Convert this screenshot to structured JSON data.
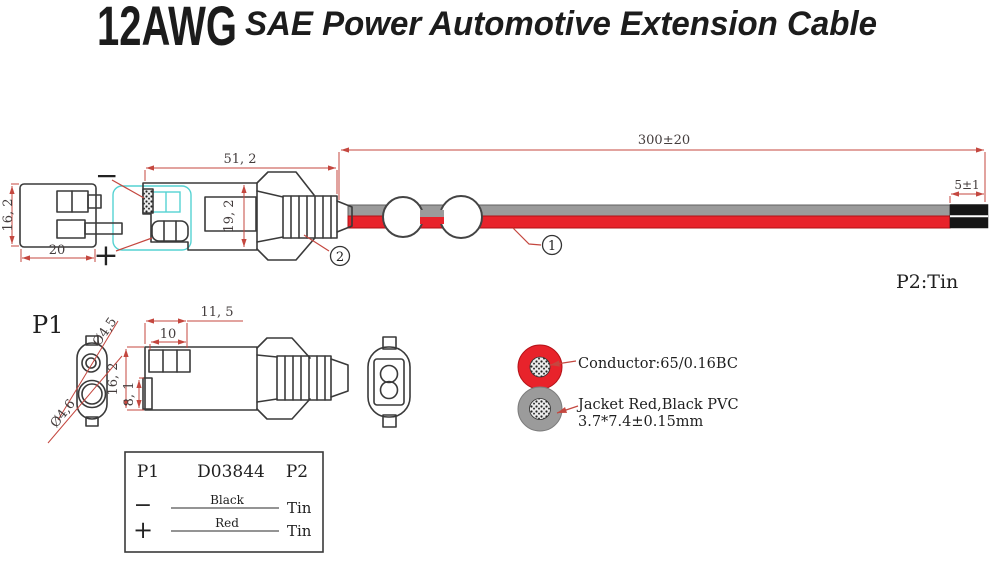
{
  "header": {
    "gauge": "12AWG",
    "title": "SAE Power Automotive Extension Cable"
  },
  "colors": {
    "wire_red": "#e8232b",
    "wire_gray": "#9b9b9b",
    "tin_black": "#161616",
    "dimension_red": "#c4473f",
    "mating_cyan": "#55d2d2"
  },
  "top_drawing": {
    "dim_plug_height": "16, 2",
    "dim_plug_width": "20",
    "dim_connector_length": "51, 2",
    "dim_connector_height": "19, 2",
    "dim_cable_length": "300±20",
    "dim_tin_length": "5±1",
    "polarity_minus": "−",
    "polarity_plus": "+",
    "callout_1": "1",
    "callout_2": "2",
    "p2_note": "P2:Tin"
  },
  "front_view": {
    "label": "P1",
    "dim_small_pin": "Ø4,5",
    "dim_large_pin": "Ø4,6"
  },
  "side_view": {
    "dim_overall_nose": "11, 5",
    "dim_terminal": "10",
    "dim_height": "16, 2",
    "dim_lower": "8, 1"
  },
  "cross_section": {
    "conductor_note": "Conductor:65/0.16BC",
    "jacket_note_line1": "Jacket Red,Black PVC",
    "jacket_note_line2": "3.7*7.4±0.15mm"
  },
  "wiring_table": {
    "col_p1": "P1",
    "part_number": "D03844",
    "col_p2": "P2",
    "rows": [
      {
        "polarity": "−",
        "wire_color": "Black",
        "termination": "Tin"
      },
      {
        "polarity": "+",
        "wire_color": "Red",
        "termination": "Tin"
      }
    ]
  }
}
